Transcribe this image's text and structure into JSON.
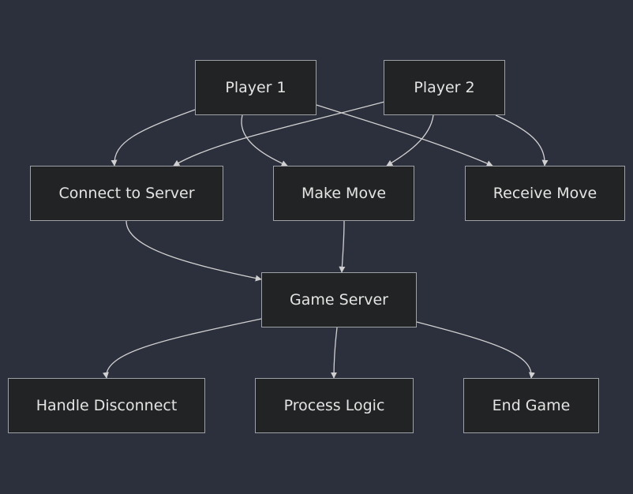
{
  "diagram": {
    "type": "flowchart",
    "direction": "top-down",
    "colors": {
      "background": "#2c303c",
      "node_fill": "#222324",
      "node_border": "#9ea1a6",
      "text": "#e4e4e4",
      "edge": "#d0d0d0"
    },
    "nodes": {
      "player1": {
        "label": "Player 1"
      },
      "player2": {
        "label": "Player 2"
      },
      "connect": {
        "label": "Connect to Server"
      },
      "make_move": {
        "label": "Make Move"
      },
      "receive_move": {
        "label": "Receive Move"
      },
      "game_server": {
        "label": "Game Server"
      },
      "handle_disconnect": {
        "label": "Handle Disconnect"
      },
      "process_logic": {
        "label": "Process Logic"
      },
      "end_game": {
        "label": "End Game"
      }
    },
    "edges": [
      {
        "from": "player1",
        "to": "connect"
      },
      {
        "from": "player1",
        "to": "make_move"
      },
      {
        "from": "player1",
        "to": "receive_move"
      },
      {
        "from": "player2",
        "to": "connect"
      },
      {
        "from": "player2",
        "to": "make_move"
      },
      {
        "from": "player2",
        "to": "receive_move"
      },
      {
        "from": "connect",
        "to": "game_server"
      },
      {
        "from": "make_move",
        "to": "game_server"
      },
      {
        "from": "game_server",
        "to": "handle_disconnect"
      },
      {
        "from": "game_server",
        "to": "process_logic"
      },
      {
        "from": "game_server",
        "to": "end_game"
      }
    ]
  }
}
